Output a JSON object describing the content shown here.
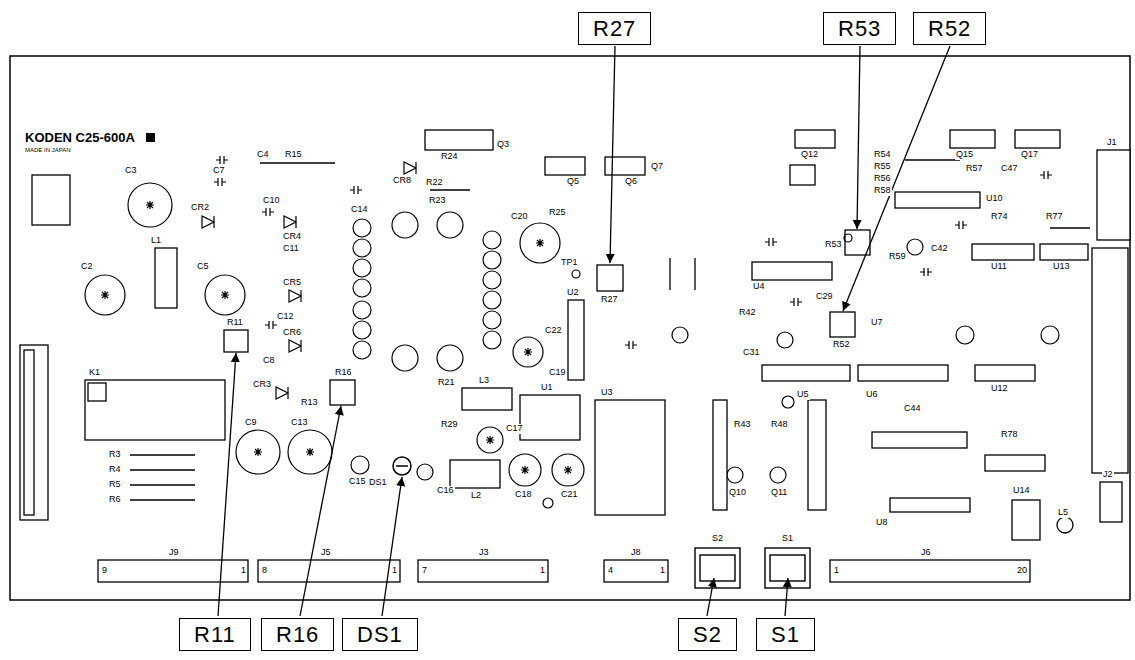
{
  "diagram": {
    "nodes": [
      {
        "text": [
          "R27"
        ]
      },
      {
        "text": [
          "R53"
        ]
      },
      {
        "text": [
          "R52"
        ]
      },
      {
        "text": [
          "R11"
        ]
      },
      {
        "text": [
          "R16"
        ]
      },
      {
        "text": [
          "DS1"
        ]
      },
      {
        "text": [
          "S2"
        ]
      },
      {
        "text": [
          "S1"
        ]
      }
    ],
    "labels": [
      "KODEN C25-600A",
      "MADE IN JAPAN",
      "C4",
      "R15",
      "C7",
      "C3",
      "CR2",
      "C10",
      "CR4",
      "C11",
      "L1",
      "C2",
      "C5",
      "C14",
      "CR5",
      "C12",
      "CR6",
      "R11",
      "K1",
      "R3",
      "R4",
      "R5",
      "R6",
      "C8",
      "CR3",
      "R13",
      "R16",
      "C9",
      "C13",
      "CR8",
      "R22",
      "R23",
      "R24",
      "Q3",
      "C20",
      "R25",
      "Q5",
      "Q6",
      "Q7",
      "TP1",
      "R27",
      "U2",
      "C22",
      "C19",
      "U1",
      "U3",
      "R21",
      "L3",
      "R29",
      "C17",
      "C15",
      "DS1",
      "C16",
      "L2",
      "C18",
      "C21",
      "Q12",
      "R54",
      "R55",
      "R56",
      "R58",
      "Q15",
      "R57",
      "C47",
      "Q17",
      "U10",
      "R74",
      "R77",
      "R53",
      "C42",
      "R59",
      "U4",
      "U11",
      "U13",
      "R42",
      "C29",
      "R52",
      "U7",
      "C31",
      "U12",
      "U5",
      "U6",
      "C44",
      "R78",
      "R43",
      "R48",
      "Q10",
      "Q11",
      "U8",
      "U14",
      "L5",
      "J2",
      "J1",
      "J9",
      "9",
      "1",
      "J5",
      "8",
      "1",
      "J3",
      "7",
      "1",
      "J8",
      "4",
      "1",
      "S2",
      "S1",
      "J6",
      "1",
      "20"
    ]
  }
}
